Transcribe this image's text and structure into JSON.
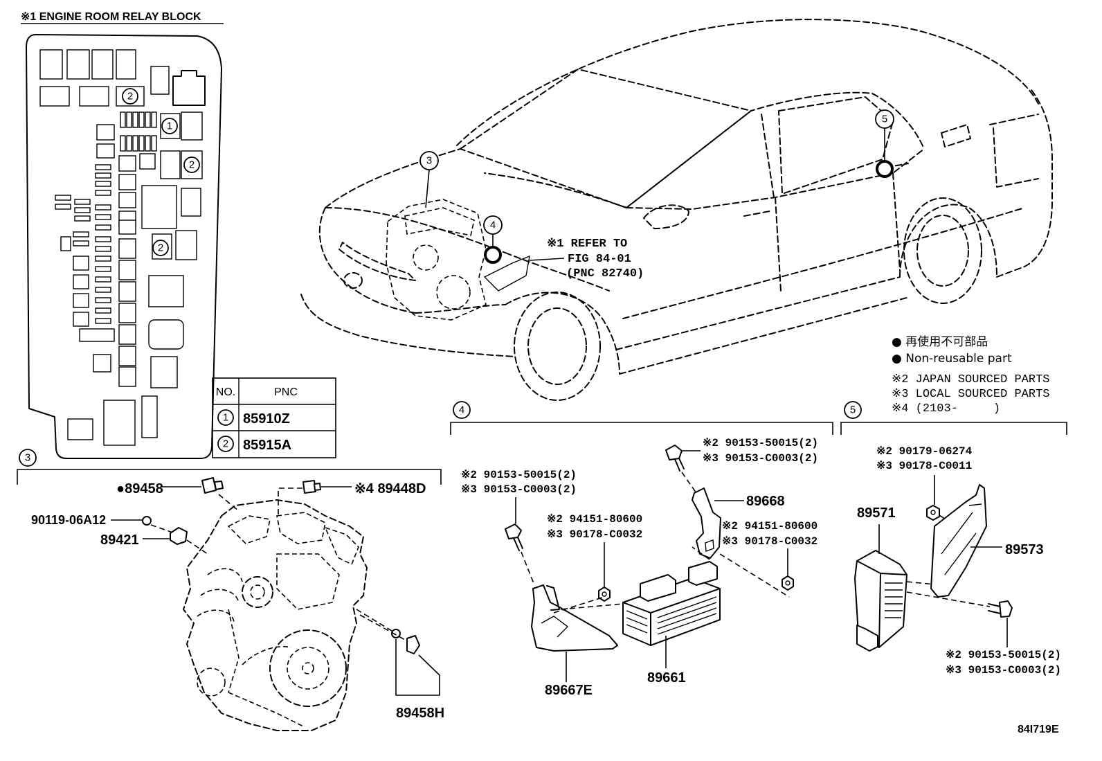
{
  "relay_block": {
    "title": "※1 ENGINE ROOM RELAY BLOCK",
    "callouts": [
      "2",
      "1",
      "2",
      "2"
    ]
  },
  "pnc_table": {
    "headers": {
      "no": "NO.",
      "pnc": "PNC"
    },
    "rows": [
      {
        "no": "1",
        "pnc": "85910Z"
      },
      {
        "no": "2",
        "pnc": "85915A"
      }
    ]
  },
  "vehicle": {
    "callouts": {
      "engine": "3",
      "ecu": "4",
      "rear": "5"
    },
    "reference_note": {
      "line1": "※1 REFER TO",
      "line2": "FIG 84-01",
      "line3": "(PNC 82740)"
    }
  },
  "legend": {
    "non_reusable_ja": "● 再使用不可部品",
    "non_reusable_en": "● Non-reusable part",
    "note_2": "※2 JAPAN SOURCED PARTS",
    "note_3": "※3 LOCAL SOURCED PARTS",
    "note_4": "※4 (2103-     )"
  },
  "section_3": {
    "number": "3",
    "parts": {
      "sensor_a": "●89458",
      "sensor_b": "※4 89448D",
      "bolt": "90119-06A12",
      "sensor_c": "89421",
      "sensor_d": "89458H"
    }
  },
  "section_4": {
    "number": "4",
    "bolt_left": [
      "※2 90153-50015(2)",
      "※3 90153-C0003(2)"
    ],
    "bolt_top": [
      "※2 90153-50015(2)",
      "※3 90153-C0003(2)"
    ],
    "nut_center": [
      "※2 94151-80600",
      "※3 90178-C0032"
    ],
    "nut_right": [
      "※2 94151-80600",
      "※3 90178-C0032"
    ],
    "bracket_upper": "89668",
    "bracket_lower": "89667E",
    "ecu": "89661"
  },
  "section_5": {
    "number": "5",
    "nut": [
      "※2 90179-06274",
      "※3 90178-C0011"
    ],
    "ecu": "89571",
    "bracket": "89573",
    "bolt": [
      "※2 90153-50015(2)",
      "※3 90153-C0003(2)"
    ]
  },
  "figure_id": "84I719E"
}
